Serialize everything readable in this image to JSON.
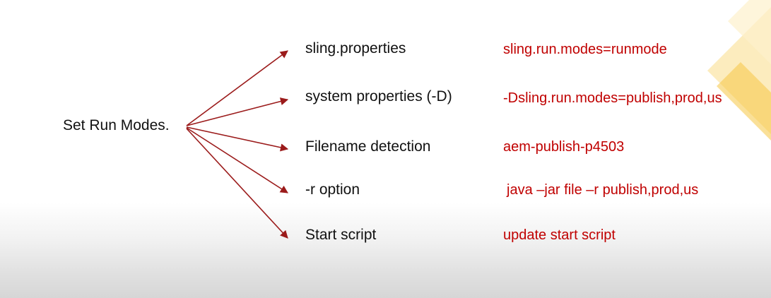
{
  "slide": {
    "source": "Set Run Modes.",
    "methods": [
      {
        "label": "sling.properties",
        "example": "sling.run.modes=runmode"
      },
      {
        "label": "system properties (-D)",
        "example": "-Dsling.run.modes=publish,prod,us"
      },
      {
        "label": "Filename detection",
        "example": "aem-publish-p4503"
      },
      {
        "label": "-r option",
        "example": "java –jar file –r publish,prod,us"
      },
      {
        "label": "Start script",
        "example": "update start script"
      }
    ]
  },
  "colors": {
    "arrow": "#9b1b1b",
    "example_text": "#c00000",
    "accent_deco": "#f6c644"
  },
  "icons": {
    "arrowhead": "arrowhead-icon",
    "decoration": "yellow-diamond-decoration"
  }
}
